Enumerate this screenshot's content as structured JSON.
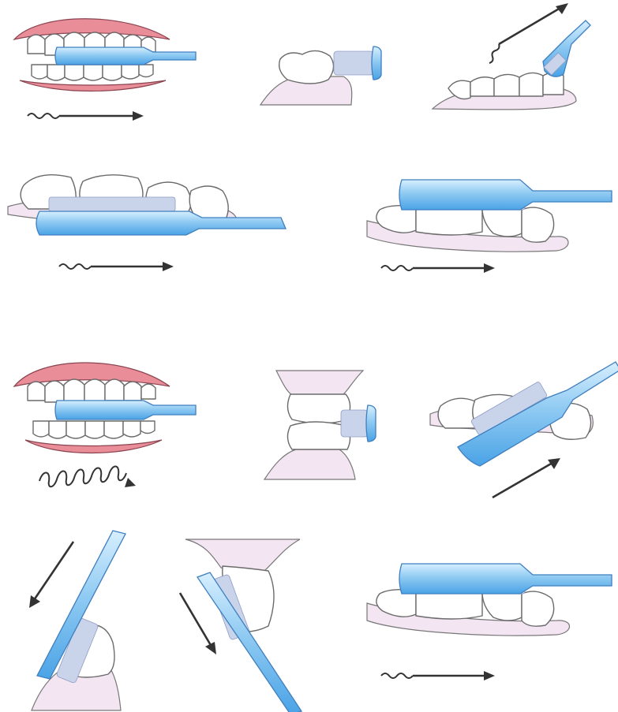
{
  "figure": {
    "description_labels": [],
    "colors": {
      "brush": "#7fc1ee",
      "brush_edge": "#3f7fbf",
      "bristles": "#c9d4ea",
      "gum": "#f3e6f2",
      "lips": "#e98d98",
      "arrow": "#333333"
    },
    "panels": [
      {
        "id": "front-horizontal",
        "motion": "wavy-arrow-right"
      },
      {
        "id": "side-section-horizontal",
        "motion": "none"
      },
      {
        "id": "lingual-diagonal",
        "motion": "wavy-arrow-up-right"
      },
      {
        "id": "buccal-lower-horizontal",
        "motion": "wavy-arrow-right"
      },
      {
        "id": "occlusal-horizontal",
        "motion": "wavy-arrow-right"
      },
      {
        "id": "front-circular",
        "motion": "spiral-arrow-right"
      },
      {
        "id": "side-section-circular",
        "motion": "none"
      },
      {
        "id": "lingual-sweep",
        "motion": "arrow-up-right"
      },
      {
        "id": "vertical-sweep-left",
        "motion": "arrow-down-left"
      },
      {
        "id": "vertical-sweep-right",
        "motion": "arrow-down-right"
      },
      {
        "id": "occlusal-final",
        "motion": "wavy-arrow-right"
      }
    ]
  }
}
